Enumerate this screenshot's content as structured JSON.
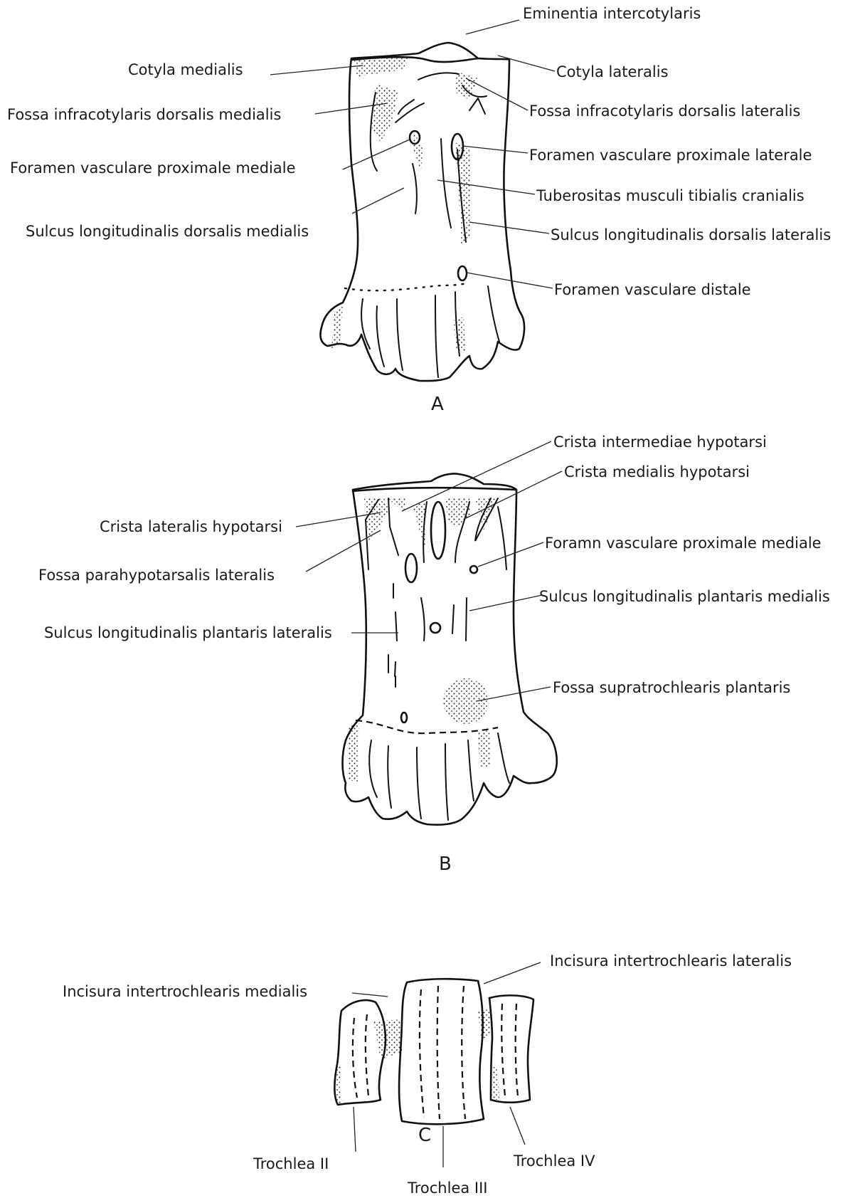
{
  "panels": {
    "a": "A",
    "b": "B",
    "c": "C"
  },
  "labels_a": {
    "eminentia": "Eminentia intercotylaris",
    "cotyla_med": "Cotyla medialis",
    "cotyla_lat": "Cotyla lateralis",
    "fossa_infra_med": "Fossa infracotylaris dorsalis medialis",
    "fossa_infra_lat": "Fossa infracotylaris dorsalis lateralis",
    "foramen_prox_med": "Foramen vasculare proximale mediale",
    "foramen_prox_lat": "Foramen vasculare proximale laterale",
    "tuberositas": "Tuberositas musculi tibialis cranialis",
    "sulcus_dors_med": "Sulcus longitudinalis dorsalis medialis",
    "sulcus_dors_lat": "Sulcus longitudinalis dorsalis lateralis",
    "foramen_distale": "Foramen vasculare distale"
  },
  "labels_b": {
    "crista_intermed": "Crista intermediae hypotarsi",
    "crista_med": "Crista medialis hypotarsi",
    "crista_lat": "Crista lateralis hypotarsi",
    "foramn_prox_med": "Foramn vasculare proximale mediale",
    "fossa_parahypo": "Fossa parahypotarsalis lateralis",
    "sulcus_plant_med": "Sulcus longitudinalis plantaris medialis",
    "sulcus_plant_lat": "Sulcus longitudinalis plantaris lateralis",
    "fossa_supratroch": "Fossa supratrochlearis plantaris"
  },
  "labels_c": {
    "incisura_lat": "Incisura intertrochlearis lateralis",
    "incisura_med": "Incisura intertrochlearis medialis",
    "trochlea_ii": "Trochlea II",
    "trochlea_iii": "Trochlea III",
    "trochlea_iv": "Trochlea IV"
  }
}
